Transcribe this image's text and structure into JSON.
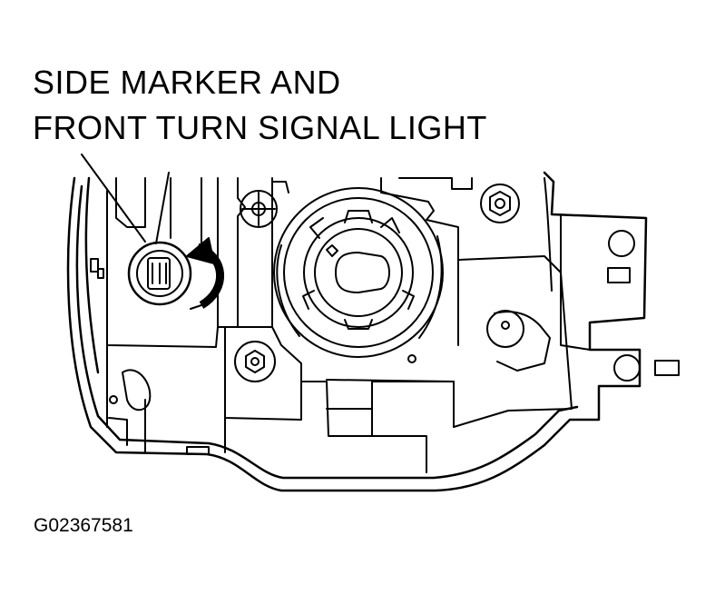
{
  "callout": {
    "line1": "SIDE MARKER AND",
    "line2": "FRONT TURN SIGNAL LIGHT"
  },
  "figure_id": "G02367581",
  "colors": {
    "ink": "#000000",
    "paper": "#ffffff"
  }
}
